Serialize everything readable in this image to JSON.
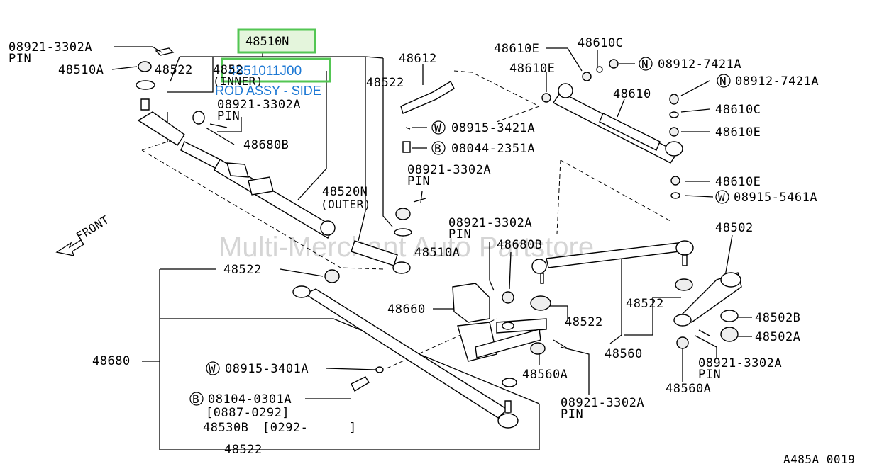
{
  "watermark": "Multi-Merchant Auto Partstore",
  "front_label": "FRONT",
  "figure_code": "A485A 0019",
  "highlight": {
    "part_number": "48510N",
    "sub_part_number": "4851011J00",
    "description": "ROD ASSY - SIDE"
  },
  "labels": {
    "pin_08921_tl": "08921-3302A",
    "pin_word_tl": "PIN",
    "p48510A_l": "48510A",
    "p48522_tl": "48522",
    "p4852_inner": "4852",
    "inner_word": "(INNER)",
    "pin_08921_c": "08921-3302A",
    "pin_word_c": "PIN",
    "p48680B_l": "48680B",
    "p48522_mid": "48522",
    "p48612": "48612",
    "w08915_3421": "08915-3421A",
    "b08044": "08044-2351A",
    "pin_08921_m": "08921-3302A",
    "pin_word_m": "PIN",
    "p48520N": "48520N",
    "outer_word": "(OUTER)",
    "p48510A_r": "48510A",
    "p48610E_1": "48610E",
    "p48610C": "48610C",
    "n08912_1": "08912-7421A",
    "p48610E_2": "48610E",
    "p48610": "48610",
    "n08912_2": "08912-7421A",
    "p48610C_2": "48610C",
    "p48610E_3": "48610E",
    "p48610E_4": "48610E",
    "w08915_5461": "08915-5461A",
    "pin_08921_r": "08921-3302A",
    "pin_word_r": "PIN",
    "p48680B_r": "48680B",
    "p48502": "48502",
    "p48522_bl": "48522",
    "p48660": "48660",
    "p48522_c": "48522",
    "p48522_r": "48522",
    "p48502B": "48502B",
    "p48502A": "48502A",
    "p48560": "48560",
    "p48680": "48680",
    "w08915_3401": "08915-3401A",
    "p48560A_c": "48560A",
    "pin_08921_br": "08921-3302A",
    "pin_word_br": "PIN",
    "b08104": "08104-0301A",
    "range_1": "[0887-0292]",
    "p48530B": "48530B",
    "range_2": "[0292-",
    "range_2_end": "]",
    "p48560A_r": "48560A",
    "pin_08921_bc": "08921-3302A",
    "pin_word_bc": "PIN",
    "p48522_bottom": "48522"
  },
  "circle_letters": {
    "w": "W",
    "b": "B",
    "n": "N"
  }
}
